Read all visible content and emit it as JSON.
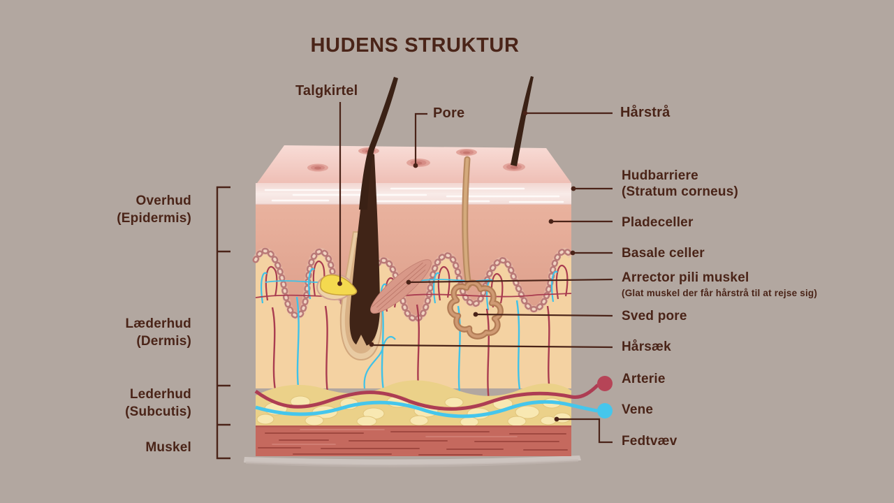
{
  "title": "HUDENS STRUKTUR",
  "colors": {
    "background": "#b2a7a0",
    "text": "#4a2418",
    "artery": "#ad3d53",
    "artery_marker": "#b64457",
    "vein": "#45c6ec",
    "epidermis_surface": "#f3ccc5",
    "stratum_corneum": "#f6e4e0",
    "squamous_layer": "#e2a692",
    "dermis": "#f4d2a2",
    "fat": "#ebd189",
    "muscle": "#c5695e",
    "hair": "#3a2115",
    "sebaceous_gland": "#f4d94f",
    "sweat_gland": "#b27c55"
  },
  "callouts": {
    "talgkirtel": "Talgkirtel",
    "pore": "Pore",
    "haarstraa": "Hårstrå",
    "hudbarriere_line1": "Hudbarriere",
    "hudbarriere_line2": "(Stratum corneus)",
    "pladeceller": "Pladeceller",
    "basale_celler": "Basale celler",
    "arrector_pili": "Arrector pili muskel",
    "arrector_pili_note": "(Glat muskel der får hårstrå til at rejse sig)",
    "sved_pore": "Sved pore",
    "haarsaek": "Hårsæk",
    "arterie": "Arterie",
    "vene": "Vene",
    "fedtvaev": "Fedtvæv"
  },
  "layer_labels": {
    "overhud_line1": "Overhud",
    "overhud_line2": "(Epidermis)",
    "laederhud_line1": "Læderhud",
    "laederhud_line2": "(Dermis)",
    "lederhud_line1": "Lederhud",
    "lederhud_line2": "(Subcutis)",
    "muskel": "Muskel"
  }
}
